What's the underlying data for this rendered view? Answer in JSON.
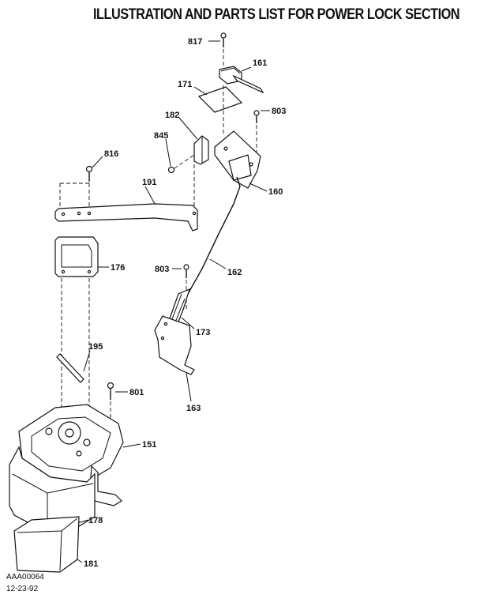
{
  "title": "ILLUSTRATION AND PARTS LIST FOR POWER LOCK SECTION",
  "callouts": [
    {
      "id": "c817",
      "text": "817"
    },
    {
      "id": "c161",
      "text": "161"
    },
    {
      "id": "c171",
      "text": "171"
    },
    {
      "id": "c803a",
      "text": "803"
    },
    {
      "id": "c182",
      "text": "182"
    },
    {
      "id": "c845",
      "text": "845"
    },
    {
      "id": "c160",
      "text": "160"
    },
    {
      "id": "c816",
      "text": "816"
    },
    {
      "id": "c191",
      "text": "191"
    },
    {
      "id": "c176",
      "text": "176"
    },
    {
      "id": "c803b",
      "text": "803"
    },
    {
      "id": "c162",
      "text": "162"
    },
    {
      "id": "c173",
      "text": "173"
    },
    {
      "id": "c163",
      "text": "163"
    },
    {
      "id": "c195",
      "text": "195"
    },
    {
      "id": "c801",
      "text": "801"
    },
    {
      "id": "c151",
      "text": "151"
    },
    {
      "id": "c178",
      "text": "178"
    },
    {
      "id": "c181",
      "text": "181"
    }
  ],
  "footer": {
    "code": "AAA00064",
    "date": "12-23-92"
  }
}
